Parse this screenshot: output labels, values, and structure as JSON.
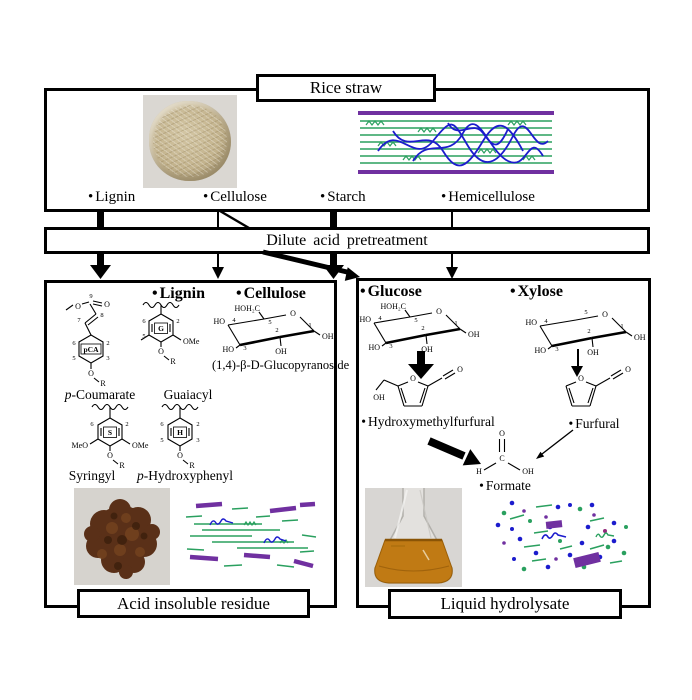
{
  "bullet": "•",
  "top": {
    "title": "Rice straw",
    "components": [
      {
        "label": "Lignin"
      },
      {
        "label": "Cellulose"
      },
      {
        "label": "Starch"
      },
      {
        "label": "Hemicellulose"
      }
    ]
  },
  "pretreatment": {
    "label": "Dilute acid pretreatment"
  },
  "left_box": {
    "lignin_header": "Lignin",
    "cellulose_header": "Cellulose",
    "pca": {
      "symbol": "pCA",
      "prefix": "p",
      "name": "-Coumarate"
    },
    "g": {
      "symbol": "G",
      "name": "Guaiacyl"
    },
    "s": {
      "symbol": "S",
      "name": "Syringyl"
    },
    "h": {
      "symbol": "H",
      "prefix": "p",
      "name": "-Hydroxyphenyl"
    },
    "glucopyranoside": "(1,4)-β-D-Glucopyranoside",
    "caption": "Acid insoluble residue"
  },
  "right_box": {
    "glucose_header": "Glucose",
    "xylose_header": "Xylose",
    "hmf": "Hydroxymethylfurfural",
    "furfural": "Furfural",
    "formate": "Formate",
    "caption": "Liquid hydrolysate"
  },
  "chem": {
    "O": "O",
    "OH": "OH",
    "HO": "HO",
    "HOH2C": "HOH₂C",
    "OMe": "OMe",
    "MeO": "MeO",
    "R": "R",
    "H": "H",
    "C": "C",
    "n1": "1",
    "n2": "2",
    "n3": "3",
    "n4": "4",
    "n5": "5",
    "n6": "6",
    "n7": "7",
    "n8": "8",
    "n9": "9"
  },
  "colors": {
    "green": "#2aa05f",
    "purple": "#7030a0",
    "blue": "#1c1ccd",
    "liquid": "#c07a14",
    "liquiddark": "#9a5f08",
    "residue": "#5a3018",
    "straw": "#c7b997"
  }
}
